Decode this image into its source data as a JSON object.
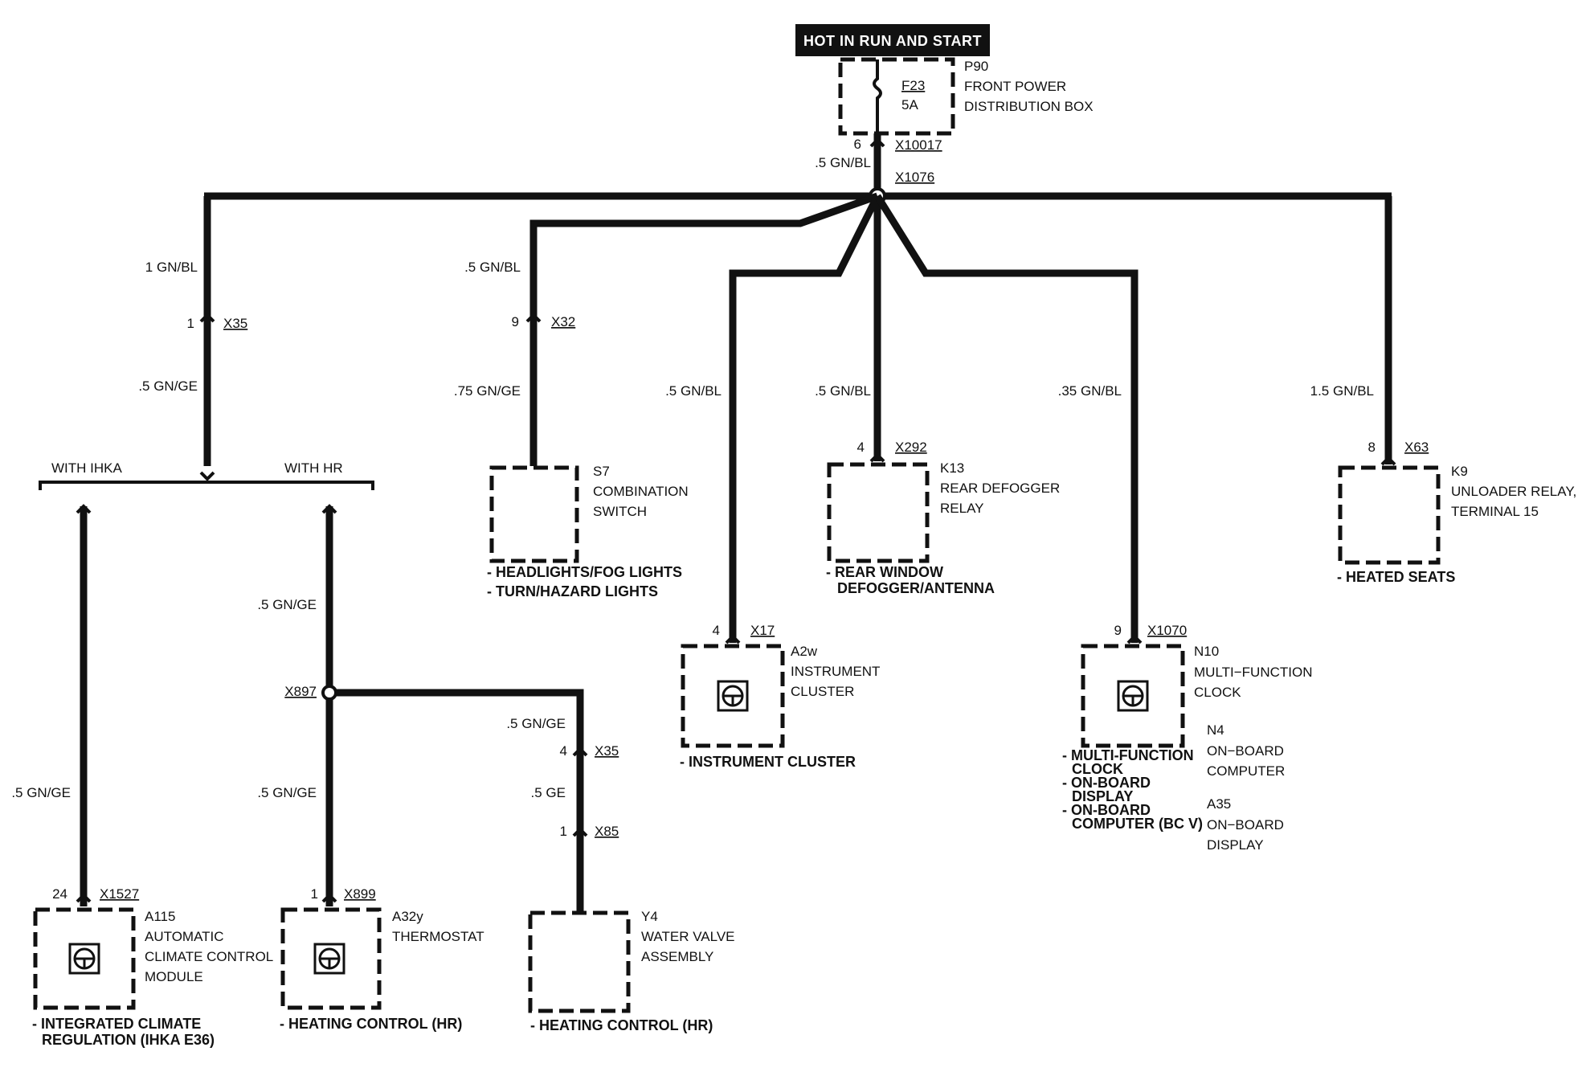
{
  "header": {
    "label": "HOT IN RUN AND START"
  },
  "fuse_box": {
    "id": "P90",
    "line1": "FRONT POWER",
    "line2": "DISTRIBUTION BOX",
    "fuse": "F23",
    "rating": "5A"
  },
  "main_feed": {
    "pin": "6",
    "connector": "X10017",
    "wire": ".5 GN/BL",
    "splice": "X1076"
  },
  "ihka_branch": {
    "wire_top": "1 GN/BL",
    "pin": "1",
    "connector": "X35",
    "wire_mid": ".5 GN/GE",
    "option_left": "WITH IHKA",
    "option_right": "WITH HR",
    "wire_left": ".5 GN/GE",
    "module": {
      "pin": "24",
      "connector": "X1527",
      "id": "A115",
      "line1": "AUTOMATIC",
      "line2": "CLIMATE CONTROL",
      "line3": "MODULE",
      "note1": "- INTEGRATED CLIMATE",
      "note2": "REGULATION (IHKA E36)"
    }
  },
  "hr_branch": {
    "wire_upper": ".5 GN/GE",
    "splice": "X897",
    "wire_lower": ".5 GN/GE",
    "thermostat": {
      "pin": "1",
      "connector": "X899",
      "id": "A32y",
      "line1": "THERMOSTAT",
      "note": "- HEATING CONTROL (HR)"
    },
    "valve_feed": {
      "wire1": ".5 GN/GE",
      "pin1": "4",
      "conn1": "X35",
      "wire2": ".5 GE",
      "pin2": "1",
      "conn2": "X85"
    },
    "valve": {
      "id": "Y4",
      "line1": "WATER VALVE",
      "line2": "ASSEMBLY",
      "note": "- HEATING CONTROL (HR)"
    }
  },
  "combination_switch": {
    "wire_top": ".5 GN/BL",
    "pin": "9",
    "connector": "X32",
    "wire_bottom": ".75 GN/GE",
    "id": "S7",
    "line1": "COMBINATION",
    "line2": "SWITCH",
    "note1": "- HEADLIGHTS/FOG LIGHTS",
    "note2": "- TURN/HAZARD LIGHTS"
  },
  "instrument_cluster": {
    "wire": ".5 GN/BL",
    "pin": "4",
    "connector": "X17",
    "id": "A2w",
    "line1": "INSTRUMENT",
    "line2": "CLUSTER",
    "note": "- INSTRUMENT CLUSTER"
  },
  "rear_defogger": {
    "wire": ".5 GN/BL",
    "pin": "4",
    "connector": "X292",
    "id": "K13",
    "line1": "REAR DEFOGGER",
    "line2": "RELAY",
    "note1": "- REAR WINDOW",
    "note2": "DEFOGGER/ANTENNA"
  },
  "clock": {
    "wire": ".35 GN/BL",
    "pin": "9",
    "connector": "X1070",
    "id": "N10",
    "line1": "MULTI−FUNCTION",
    "line2": "CLOCK",
    "id2": "N4",
    "line3": "ON−BOARD",
    "line4": "COMPUTER",
    "id3": "A35",
    "line5": "ON−BOARD",
    "line6": "DISPLAY",
    "note1": "- MULTI-FUNCTION",
    "note2": "CLOCK",
    "note3": "- ON-BOARD",
    "note4": "DISPLAY",
    "note5": "- ON-BOARD",
    "note6": "COMPUTER (BC V)"
  },
  "unloader_relay": {
    "wire": "1.5 GN/BL",
    "pin": "8",
    "connector": "X63",
    "id": "K9",
    "line1": "UNLOADER RELAY,",
    "line2": "TERMINAL 15",
    "note": "- HEATED SEATS"
  }
}
